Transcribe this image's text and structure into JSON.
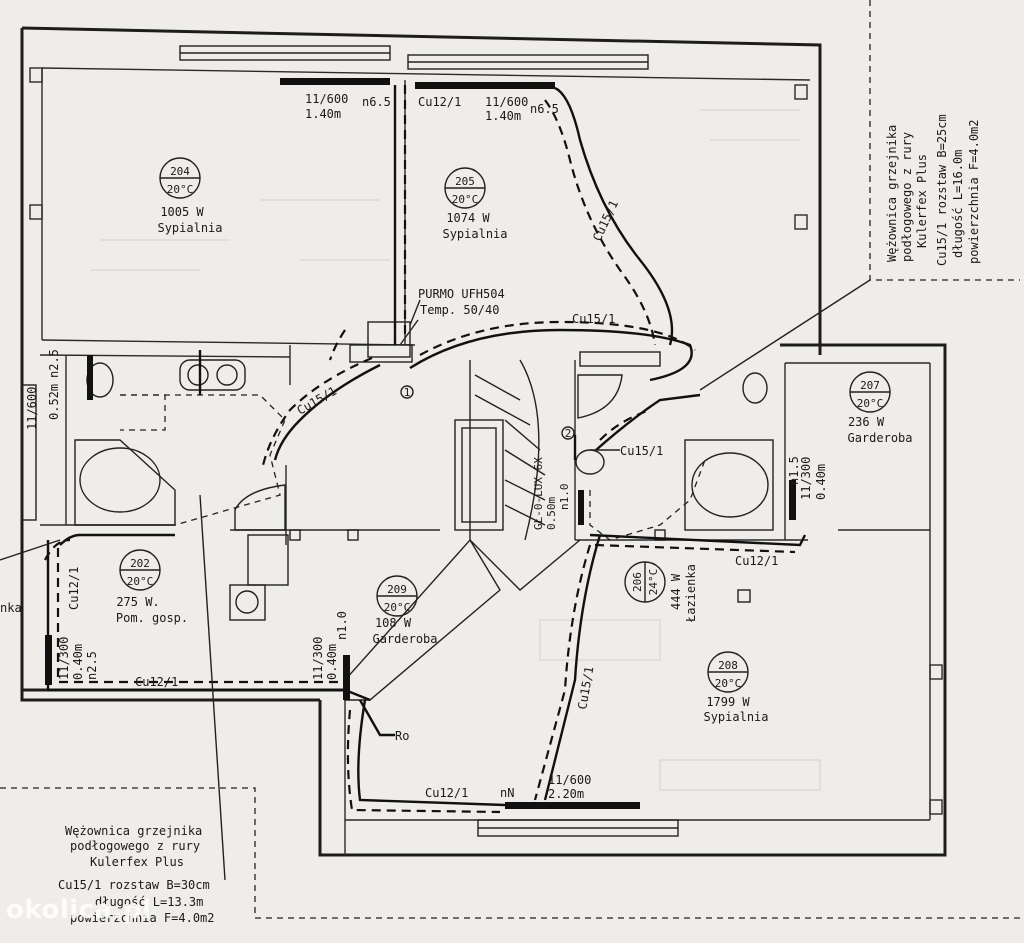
{
  "watermark": "okolica.pl",
  "rooms": [
    {
      "id": "room-204",
      "num": "204",
      "temp": "20°C",
      "power": "1005 W",
      "name": "Sypialnia"
    },
    {
      "id": "room-205",
      "num": "205",
      "temp": "20°C",
      "power": "1074 W",
      "name": "Sypialnia"
    },
    {
      "id": "room-207",
      "num": "207",
      "temp": "20°C",
      "power": "236 W",
      "name": "Garderoba"
    },
    {
      "id": "room-202",
      "num": "202",
      "temp": "20°C",
      "power": "275 W.",
      "name": "Pom. gosp."
    },
    {
      "id": "room-209",
      "num": "209",
      "temp": "20°C",
      "power": "108 W",
      "name": "Garderoba"
    },
    {
      "id": "room-206",
      "num": "206",
      "temp": "24°C",
      "power": "444 W",
      "name": "Łazienka"
    },
    {
      "id": "room-208",
      "num": "208",
      "temp": "20°C",
      "power": "1799 W",
      "name": "Sypialnia"
    }
  ],
  "labels": {
    "rad1_size": "11/600",
    "rad1_len": "1.40m",
    "rad1_n": "n6.5",
    "cu12_top": "Cu12/1",
    "rad2_size": "11/600",
    "rad2_len": "1.40m",
    "rad2_n": "n6.5",
    "cu15_right": "Cu15/1",
    "purmo": "PURMO UFH504",
    "temp_range": "Temp. 50/40",
    "cu15_mid": "Cu15/1",
    "cu15_left": "Cu15/1",
    "marker1": "1",
    "marker2": "2",
    "cu15_bath": "Cu15/1",
    "rad_left_size": "11/600",
    "rad_left_len": "0.52m",
    "rad_left_n": "n2.5",
    "rad_bath_n": "n1.5",
    "rad_bath_size": "11/300",
    "rad_bath_len": "0.40m",
    "cu12_bath": "Cu12/1",
    "glux": "GŁ-0-LUX 6X",
    "glux_len": "0.50m",
    "glux_n": "n1.0",
    "cu12_left_vert": "Cu12/1",
    "rad_gosp_size": "11/300",
    "rad_gosp_len": "0.40m",
    "rad_gosp_n": "n2.5",
    "cu12_bottom_left": "Cu12/1",
    "rad_gard_size": "11/300",
    "rad_gard_len": "0.40m",
    "rad_gard_n": "n1.0",
    "ro": "Ro",
    "cu15_center": "Cu15/1",
    "cu12_bottom": "Cu12/1",
    "nN": "nN",
    "rad_big_size": "11/600",
    "rad_big_len": "2.20m"
  },
  "note_right": {
    "line1": "Wężownica grzejnika",
    "line2": "podłogowego z rury",
    "line3": "Kulerfex Plus",
    "line4": "Cu15/1 rozstaw B=25cm",
    "line5": "długość L=16.0m",
    "line6": "powierzchnia F=4.0m2"
  },
  "note_left": {
    "line1": "Wężownica grzejnika",
    "line2": "podłogowego z rury",
    "line3": "Kulerfex Plus",
    "line4": "Cu15/1 rozstaw B=30cm",
    "line5": "długość L=13.3m",
    "line6": "powierzchnia F=4.0m2"
  },
  "edge_fragment": "nka"
}
